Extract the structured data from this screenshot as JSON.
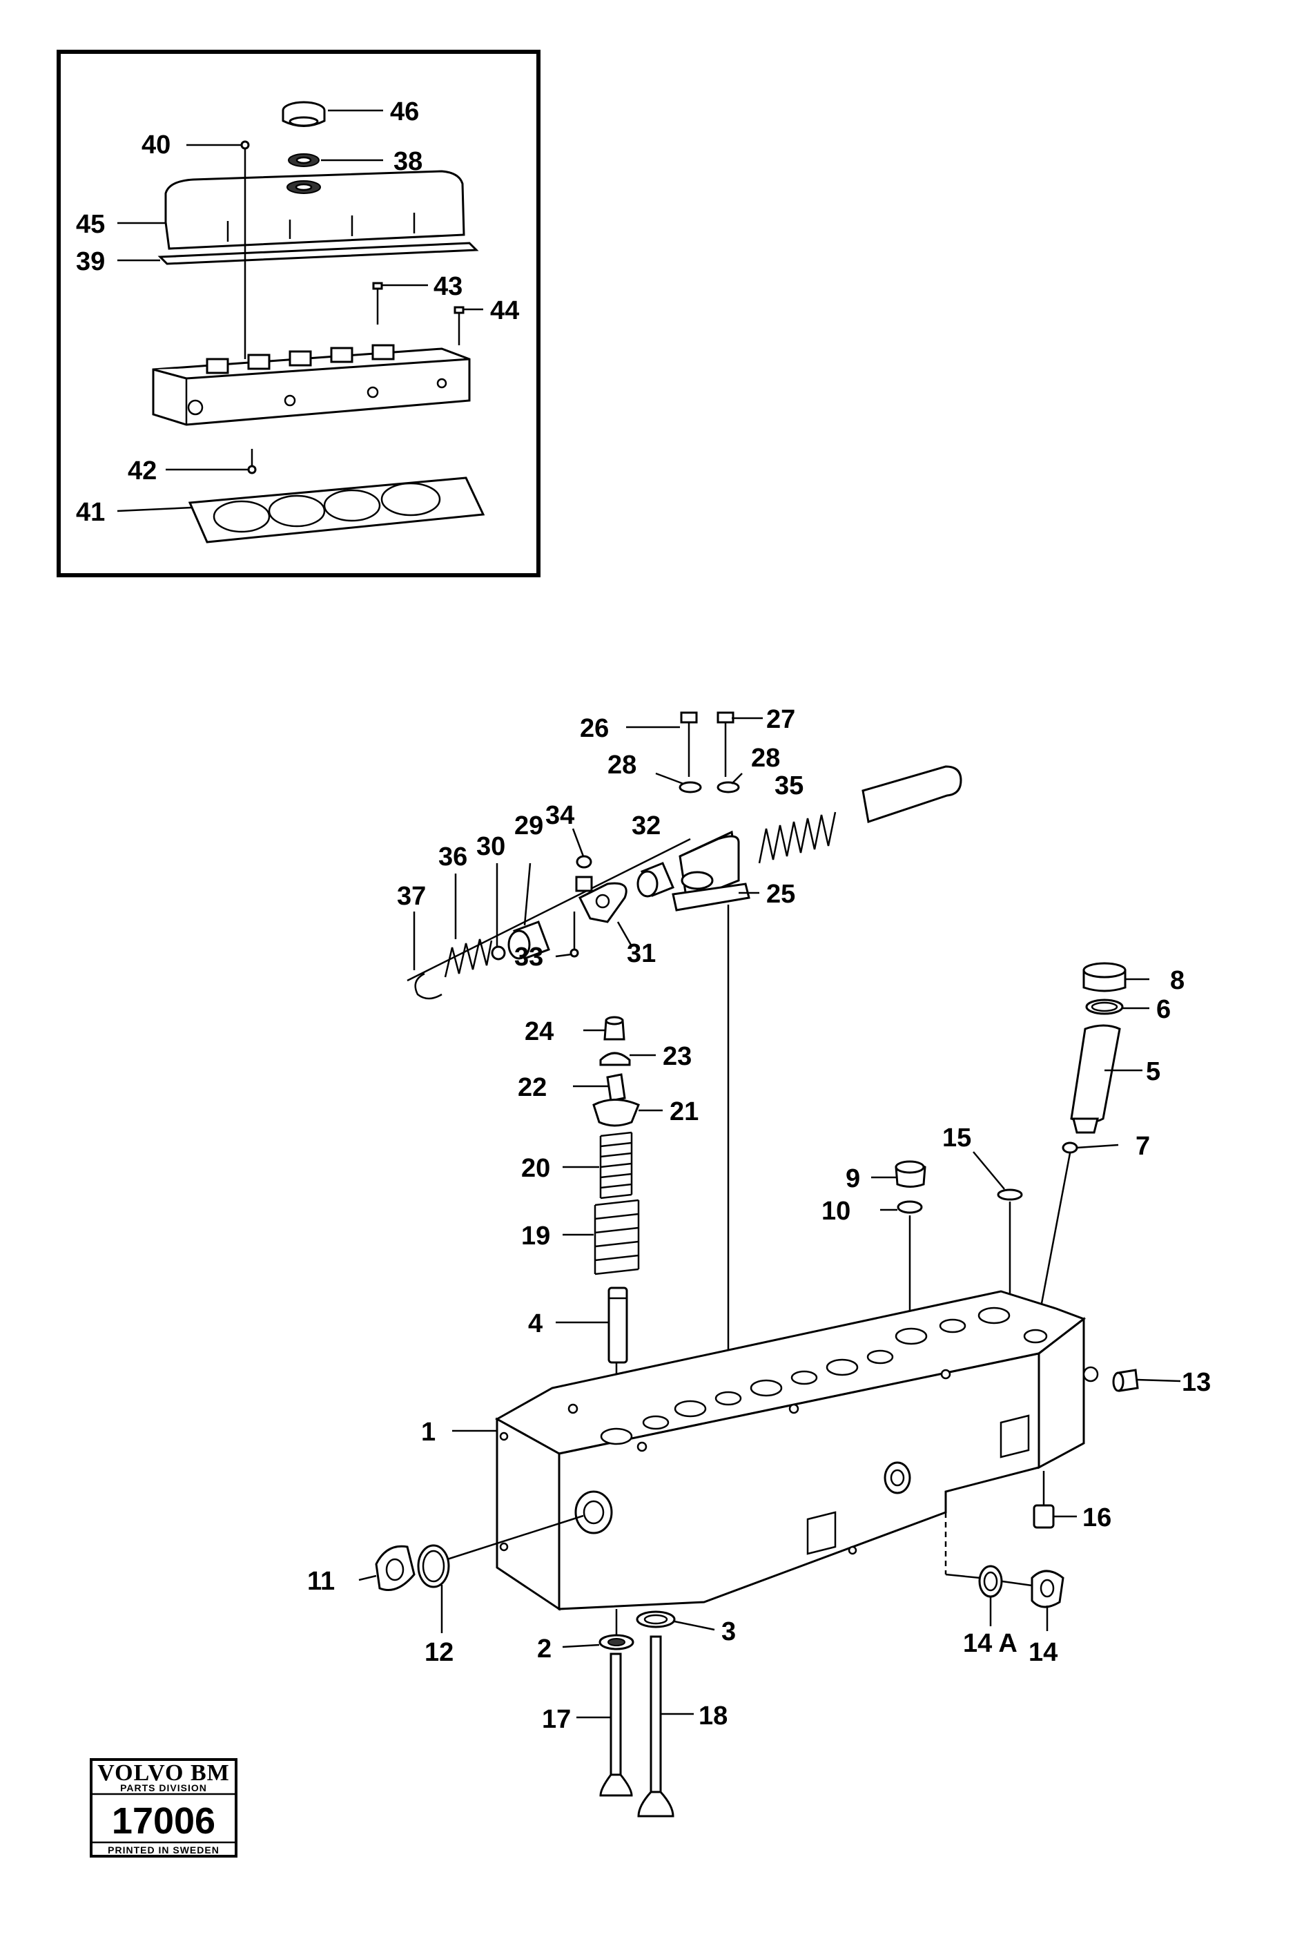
{
  "inset_labels": [
    "46",
    "40",
    "38",
    "45",
    "39",
    "43",
    "44",
    "42",
    "41"
  ],
  "main_labels": [
    "26",
    "27",
    "28",
    "28",
    "34",
    "32",
    "35",
    "37",
    "36",
    "30",
    "29",
    "25",
    "33",
    "31",
    "24",
    "23",
    "22",
    "21",
    "20",
    "19",
    "4",
    "8",
    "6",
    "5",
    "15",
    "7",
    "9",
    "10",
    "1",
    "13",
    "16",
    "11",
    "12",
    "2",
    "3",
    "14 A",
    "14",
    "17",
    "18"
  ],
  "stamp": {
    "brand": "VOLVO BM",
    "division": "PARTS DIVISION",
    "number": "17006",
    "footer": "PRINTED IN SWEDEN"
  }
}
